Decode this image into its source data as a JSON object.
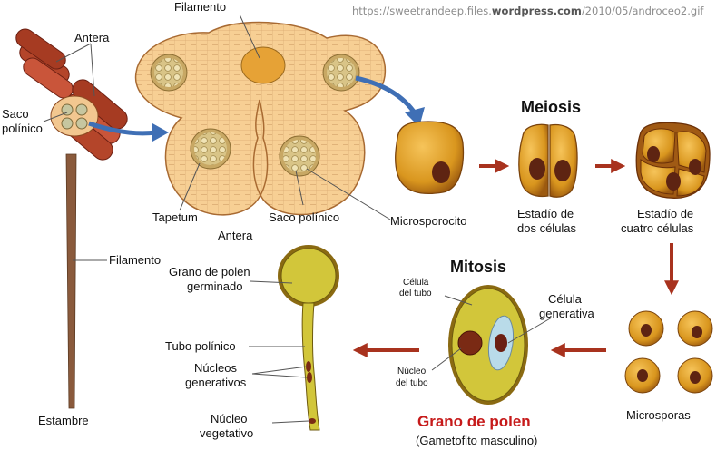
{
  "source_url": {
    "prefix": "https://sweetrandeep.files.",
    "domain": "wordpress.com",
    "suffix": "/2010/05/androceo2.gif"
  },
  "labels": {
    "filamento_top": "Filamento",
    "antera_top": "Antera",
    "saco_polinico_left_1": "Saco",
    "saco_polinico_left_2": "polínico",
    "filamento_left": "Filamento",
    "estambre": "Estambre",
    "tapetum": "Tapetum",
    "saco_polinico_mid": "Saco polínico",
    "antera_mid": "Antera",
    "microsporocito": "Microsporocito",
    "meiosis": "Meiosis",
    "estadio_dos_1": "Estadío de",
    "estadio_dos_2": "dos células",
    "estadio_cuatro_1": "Estadío de",
    "estadio_cuatro_2": "cuatro células",
    "microsporas": "Microsporas",
    "mitosis": "Mitosis",
    "celula_tubo_1": "Célula",
    "celula_tubo_2": "del tubo",
    "celula_generativa_1": "Célula",
    "celula_generativa_2": "generativa",
    "nucleo_tubo_1": "Núcleo",
    "nucleo_tubo_2": "del tubo",
    "grano_polen": "Grano de polen",
    "gametofito": "(Gametofito masculino)",
    "grano_germinado_1": "Grano de polen",
    "grano_germinado_2": "germinado",
    "tubo_polinico": "Tubo polínico",
    "nucleos_gen_1": "Núcleos",
    "nucleos_gen_2": "generativos",
    "nucleo_veg_1": "Núcleo",
    "nucleo_veg_2": "vegetativo"
  },
  "colors": {
    "tissue": "#f7cf94",
    "cell_gold": "#d9961e",
    "nucleus": "#5e2412",
    "pollen_yellow": "#d2c63a",
    "flow_arrow": "#a8321e",
    "zoom_arrow": "#3f6fb5",
    "title_red": "#c61a1a"
  }
}
